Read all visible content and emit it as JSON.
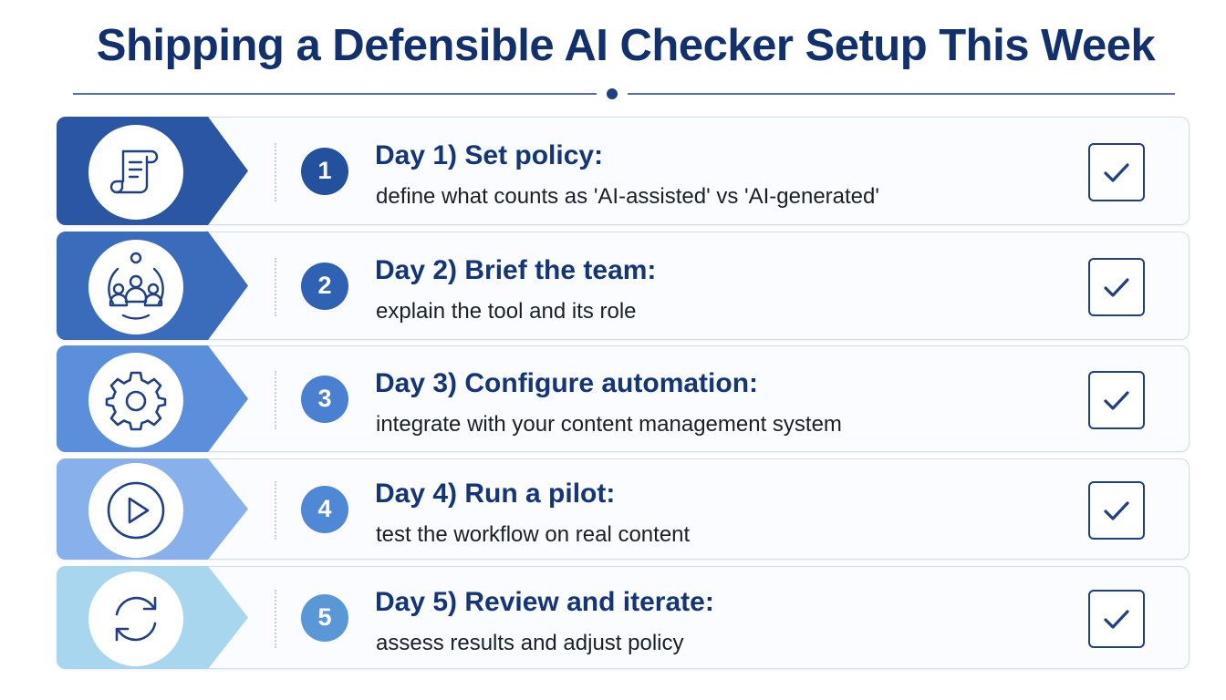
{
  "title": "Shipping a Defensible AI Checker Setup This Week",
  "colors": {
    "title": "#12306e",
    "chevrons": [
      "#2a56a3",
      "#3b6cbc",
      "#5b8fdb",
      "#88b1ec",
      "#a8d6ee"
    ],
    "numbers": [
      "#23519e",
      "#2f62b3",
      "#4a80d1",
      "#4f88d5",
      "#5a97d6"
    ]
  },
  "steps": [
    {
      "number": "1",
      "title": "Day 1) Set policy:",
      "description": "define what counts as 'AI-assisted' vs 'AI-generated'",
      "icon": "document-scroll-icon",
      "checked": true
    },
    {
      "number": "2",
      "title": "Day 2) Brief the team:",
      "description": "explain the tool and its role",
      "icon": "team-icon",
      "checked": true
    },
    {
      "number": "3",
      "title": "Day 3) Configure automation:",
      "description": "integrate with your content management system",
      "icon": "gear-icon",
      "checked": true
    },
    {
      "number": "4",
      "title": "Day 4) Run a pilot:",
      "description": "test the workflow on real content",
      "icon": "play-icon",
      "checked": true
    },
    {
      "number": "5",
      "title": "Day 5) Review and iterate:",
      "description": "assess results and adjust policy",
      "icon": "refresh-icon",
      "checked": true
    }
  ]
}
